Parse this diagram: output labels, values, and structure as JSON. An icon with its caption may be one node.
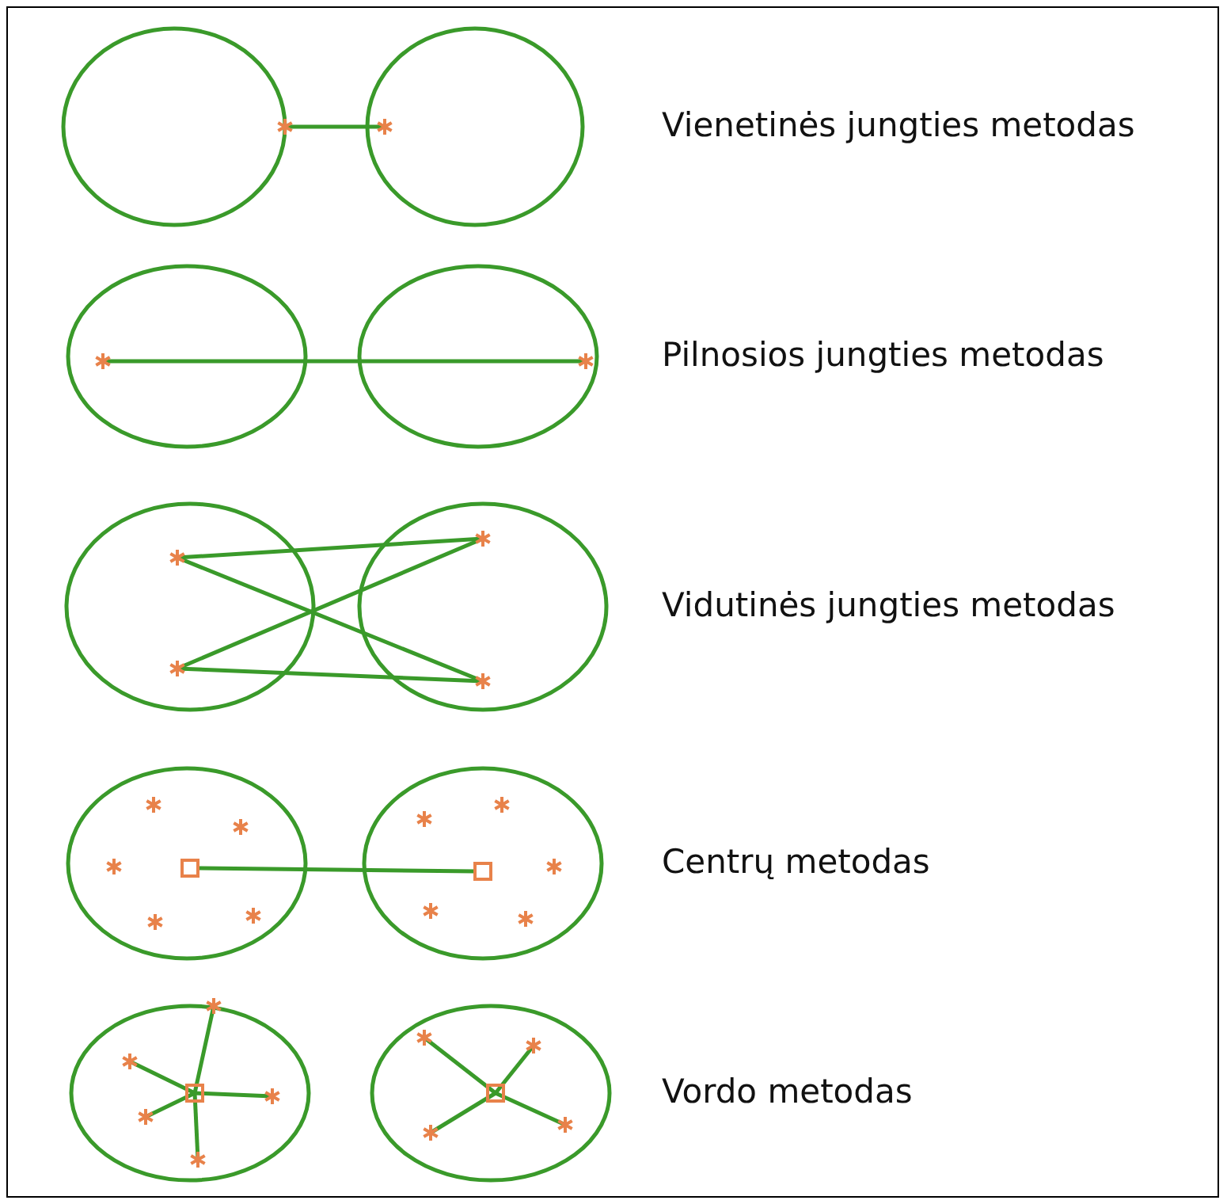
{
  "diagram": {
    "labels": [
      "Vienetinės jungties metodas",
      "Pilnosios jungties metodas",
      "Vidutinės jungties metodas",
      "Centrų metodas",
      "Vordo metodas"
    ]
  }
}
